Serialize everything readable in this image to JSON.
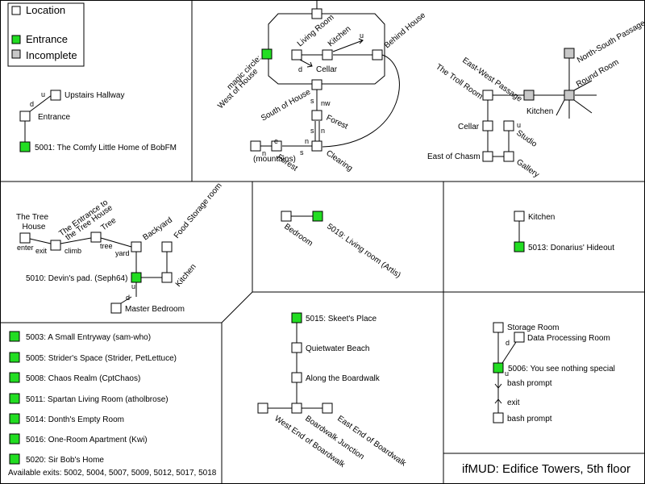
{
  "title": "ifMUD: Edifice Towers, 5th floor",
  "colors": {
    "location": "#ffffff",
    "entrance": "#22dd22",
    "incomplete": "#c8c8c8"
  },
  "legend": {
    "location": "Location",
    "entrance": "Entrance",
    "incomplete": "Incomplete"
  },
  "panel_5001": {
    "upstairs": "Upstairs Hallway",
    "entrance": "Entrance",
    "home": "5001: The Comfy Little Home of BobFM",
    "u": "u",
    "d": "d"
  },
  "panel_top_center": {
    "magic_circle_1": "magic circle:",
    "magic_circle_2": "West of House",
    "living_room": "Living Room",
    "kitchen": "Kitchen",
    "behind_house": "Behind House",
    "cellar": "Cellar",
    "south_of_house": "South of House",
    "forest_a": "Forest",
    "forest_b": "Forest",
    "mountains": "(mountains)",
    "clearing": "Clearing",
    "u": "u",
    "d": "d",
    "s1": "s",
    "nw": "nw",
    "s2": "s",
    "n1": "n",
    "n2": "n",
    "e": "e",
    "n3": "n",
    "s3": "s"
  },
  "panel_top_right": {
    "east_west": "East-West Passage",
    "north_south": "North-South Passage",
    "troll_room": "The Troll Room",
    "round_room": "Round Room",
    "kitchen": "Kitchen",
    "cellar": "Cellar",
    "studio": "Studio",
    "east_of_chasm": "East of Chasm",
    "gallery": "Gallery",
    "u": "u"
  },
  "panel_5010": {
    "tree_house_1": "The Tree",
    "tree_house_2": "House",
    "entrance_tree_1": "The Entrance to",
    "entrance_tree_2": "the Tree House",
    "tree": "Tree",
    "backyard": "Backyard",
    "food_storage": "Food Storage room",
    "kitchen": "Kitchen",
    "devin": "5010: Devin's pad. (Seph64)",
    "master_bedroom": "Master Bedroom",
    "enter": "enter",
    "exit": "exit",
    "climb": "climb",
    "tree_lbl": "tree",
    "yard": "yard",
    "u": "u",
    "d": "d"
  },
  "panel_5019": {
    "bedroom": "Bedroom",
    "living": "5019: Living room (Artis)"
  },
  "panel_5013": {
    "kitchen": "Kitchen",
    "hideout": "5013: Donarius' Hideout"
  },
  "entrance_list": [
    "5003: A Small Entryway (sam-who)",
    "5005: Strider's Space (Strider, PetLettuce)",
    "5008: Chaos Realm (CptChaos)",
    "5011: Spartan Living Room (atholbrose)",
    "5014: Donth's Empty Room",
    "5016: One-Room Apartment (Kwi)",
    "5020: Sir Bob's Home"
  ],
  "available_exits": "Available exits: 5002, 5004, 5007, 5009, 5012, 5017, 5018",
  "panel_5015": {
    "skeet": "5015: Skeet's Place",
    "quietwater": "Quietwater Beach",
    "boardwalk": "Along the Boardwalk",
    "west_end": "West End of Boardwalk",
    "junction": "Boardwalk Junction",
    "east_end": "East End of Boardwalk"
  },
  "panel_5006": {
    "storage": "Storage Room",
    "data_processing": "Data Processing Room",
    "special": "5006: You see nothing special",
    "bash1": "bash prompt",
    "exit": "exit",
    "bash2": "bash prompt",
    "d": "d",
    "u": "u"
  }
}
